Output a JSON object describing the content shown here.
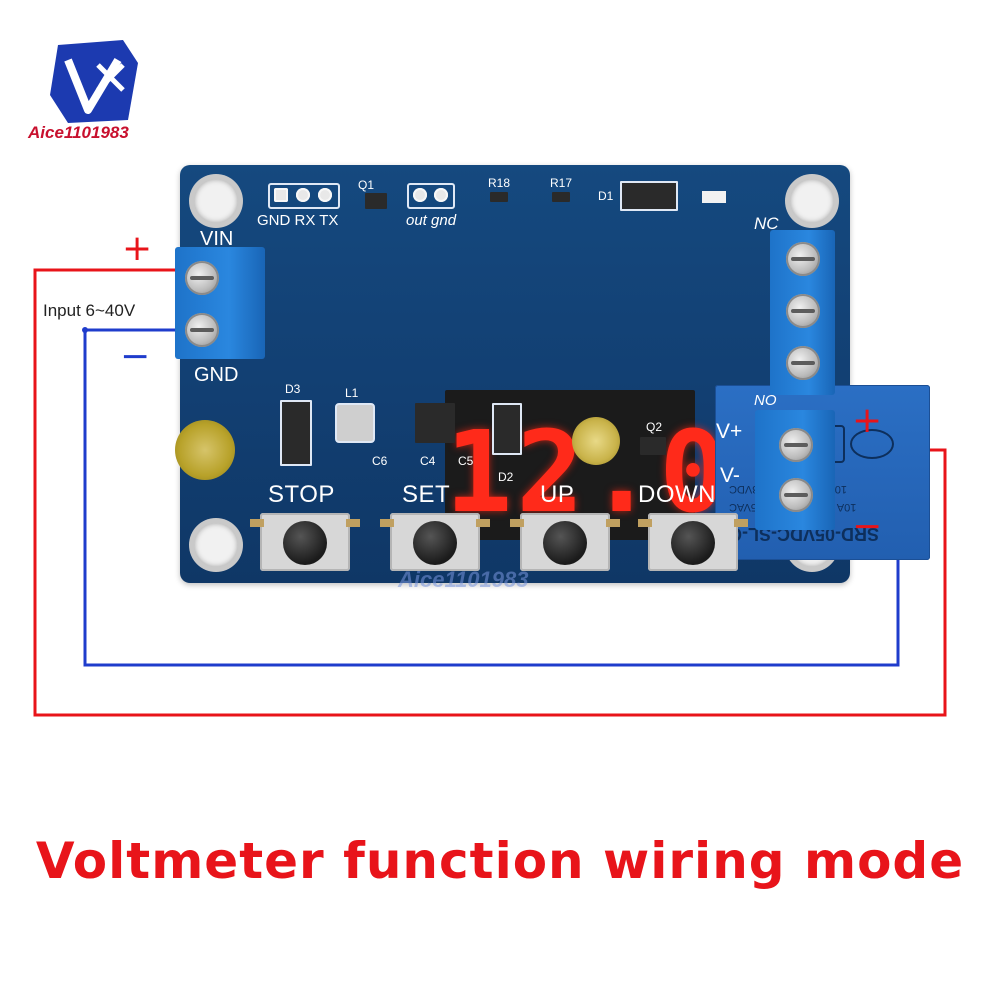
{
  "brand": {
    "logo_text": "Aice1101983",
    "watermark_text": "Aice1101983"
  },
  "display": {
    "reading": "12.0"
  },
  "board_labels": {
    "vin": "VIN",
    "gnd": "GND",
    "gnd_rx_tx": "GND RX TX",
    "out_gnd": "out gnd",
    "q1": "Q1",
    "r18": "R18",
    "r17": "R17",
    "d1": "D1",
    "d2": "D2",
    "d3": "D3",
    "l1": "L1",
    "c4": "C4",
    "c5": "C5",
    "c6": "C6",
    "q2": "Q2",
    "nc": "NC",
    "no": "NO",
    "v_plus": "V+",
    "v_minus": "V-"
  },
  "buttons": [
    {
      "label": "STOP"
    },
    {
      "label": "SET"
    },
    {
      "label": "UP"
    },
    {
      "label": "DOWN"
    }
  ],
  "relay": {
    "line1": "SRD-05VDC-SL-C",
    "line2": "10A 250VAC 10A 125VAC",
    "line3": "10A 30VDC 10A 28VDC"
  },
  "annotations": {
    "input_label": "Input 6~40V",
    "left_plus": "+",
    "left_minus": "−",
    "right_plus": "+",
    "right_minus": "−"
  },
  "caption": "Voltmeter function wiring mode",
  "colors": {
    "wire_positive": "#e8141a",
    "wire_negative": "#1f3ccc",
    "board": "#134478",
    "led_red": "#ff2a1a"
  }
}
